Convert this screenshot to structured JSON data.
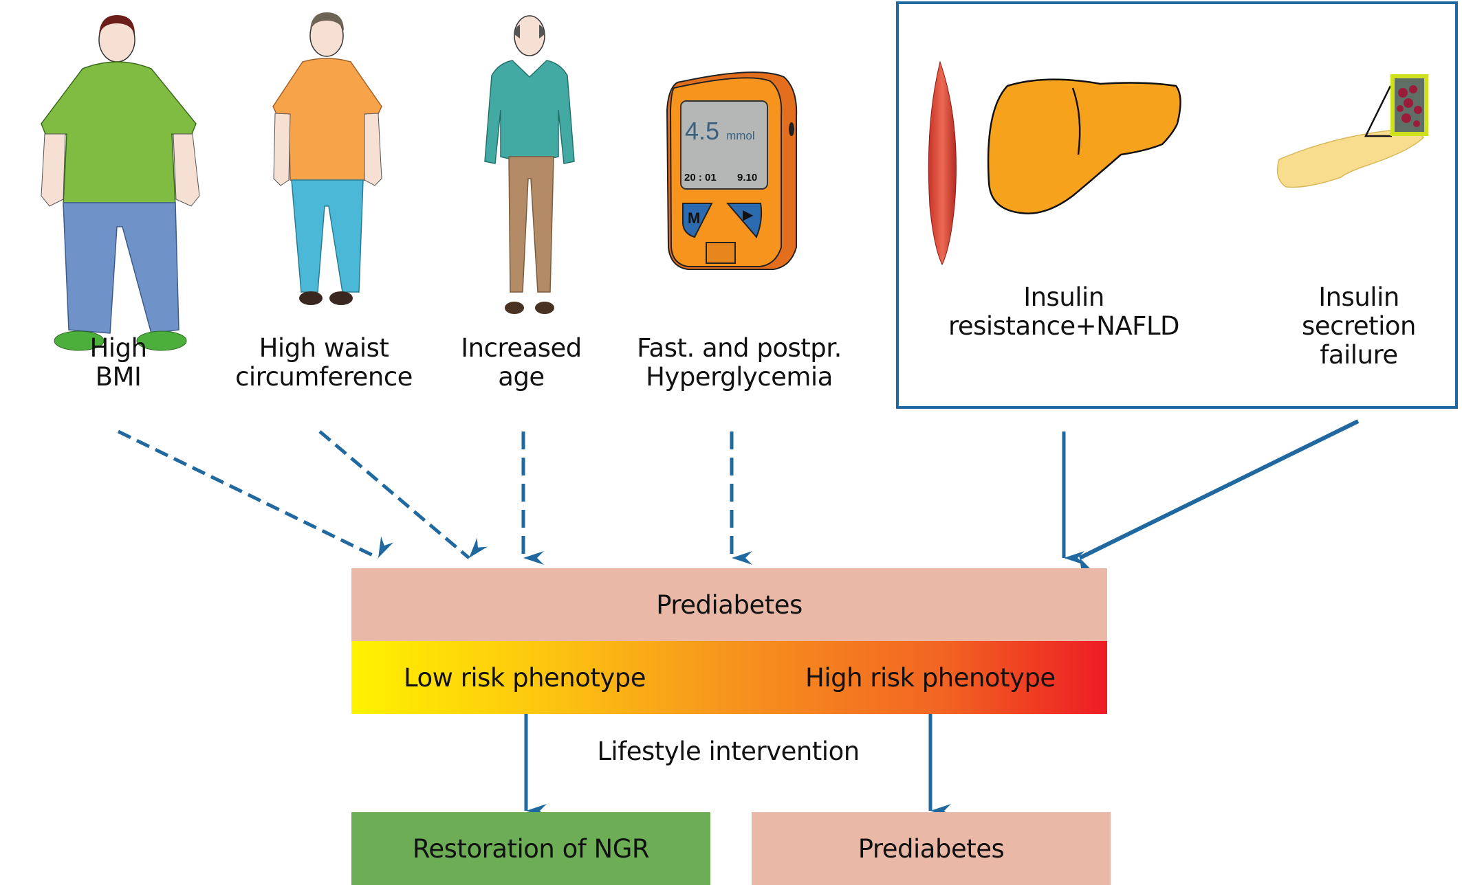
{
  "risk_factors": [
    {
      "id": "bmi",
      "lines": [
        "High",
        "BMI"
      ],
      "figure": "obese-man-green-shirt"
    },
    {
      "id": "waist",
      "lines": [
        "High waist",
        "circumference"
      ],
      "figure": "overweight-man-orange-shirt"
    },
    {
      "id": "age",
      "lines": [
        "Increased",
        "age"
      ],
      "figure": "elderly-man-teal-sweater"
    },
    {
      "id": "glycemia",
      "lines": [
        "Fast. and postpr.",
        "Hyperglycemia"
      ],
      "figure": "glucose-meter"
    }
  ],
  "glucose_meter": {
    "reading": "4.5",
    "unit": "mmol",
    "time": "20 : 01",
    "date": "9.10",
    "button_left": "M",
    "button_right": "▶"
  },
  "pathophysiology_box": {
    "items": [
      {
        "id": "resistance",
        "lines": [
          "Insulin",
          "resistance+NAFLD"
        ],
        "organs": [
          "muscle",
          "liver"
        ]
      },
      {
        "id": "secretion",
        "lines": [
          "Insulin",
          "secretion",
          "failure"
        ],
        "organs": [
          "pancreas",
          "islet-inset"
        ]
      }
    ]
  },
  "flow": {
    "prediabetes_top": "Prediabetes",
    "low_risk": "Low risk phenotype",
    "high_risk": "High risk phenotype",
    "intervention": "Lifestyle intervention",
    "outcome_low": "Restoration of NGR",
    "outcome_high": "Prediabetes"
  },
  "colors": {
    "arrow": "#2068a0",
    "prediabetes": "#e9b8a7",
    "restoration": "#6cad56",
    "gradient_start": "#fff200",
    "gradient_end": "#ed1c24"
  },
  "arrows": [
    {
      "from": "bmi",
      "to": "prediabetes_top",
      "style": "dashed"
    },
    {
      "from": "waist",
      "to": "prediabetes_top",
      "style": "dashed"
    },
    {
      "from": "age",
      "to": "prediabetes_top",
      "style": "dashed"
    },
    {
      "from": "glycemia",
      "to": "prediabetes_top",
      "style": "dashed"
    },
    {
      "from": "resistance",
      "to": "prediabetes_top",
      "style": "solid"
    },
    {
      "from": "secretion",
      "to": "prediabetes_top",
      "style": "solid"
    },
    {
      "from": "low_risk",
      "to": "outcome_low",
      "style": "solid"
    },
    {
      "from": "high_risk",
      "to": "outcome_high",
      "style": "solid"
    }
  ]
}
